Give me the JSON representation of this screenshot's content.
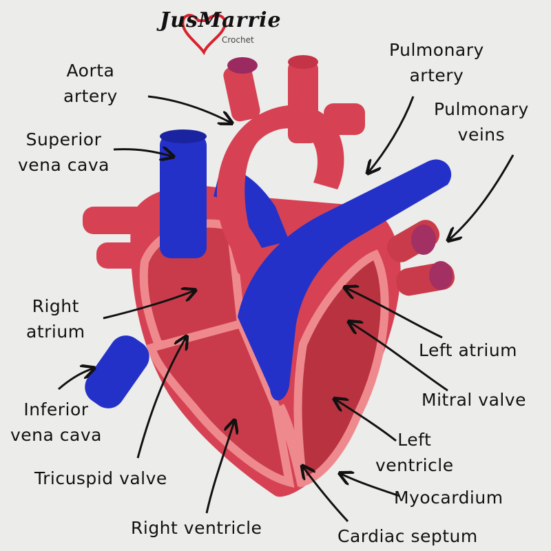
{
  "logo": {
    "text": "JusMarrie",
    "subtitle": "Crochet"
  },
  "labels": {
    "aorta": "Aorta\nartery",
    "superior_vena_cava": "Superior\nvena cava",
    "pulmonary_artery": "Pulmonary\nartery",
    "pulmonary_veins": "Pulmonary\nveins",
    "right_atrium": "Right\natrium",
    "left_atrium": "Left atrium",
    "mitral_valve": "Mitral valve",
    "inferior_vena_cava": "Inferior\nvena cava",
    "tricuspid_valve": "Tricuspid valve",
    "left_ventricle": "Left\nventricle",
    "myocardium": "Myocardium",
    "right_ventricle": "Right ventricle",
    "cardiac_septum": "Cardiac septum"
  },
  "colors": {
    "red": "#d64253",
    "blue": "#2431c9",
    "pink": "#ee8a8e",
    "heart": "#d8222e"
  }
}
